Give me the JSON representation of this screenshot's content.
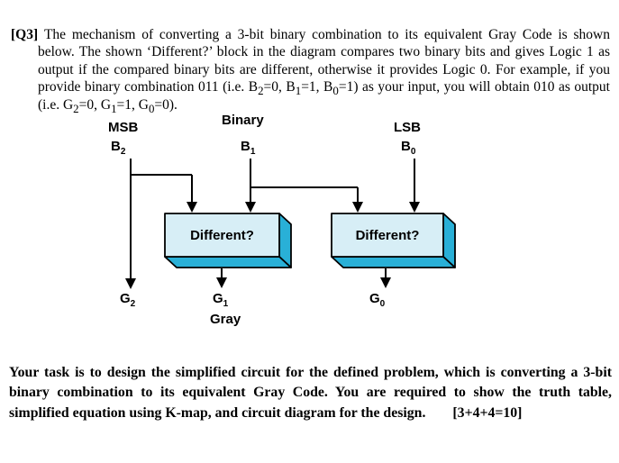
{
  "page": {
    "question": {
      "segments": [
        {
          "t": "[Q3] ",
          "b": true
        },
        {
          "t": "The mechanism of converting a 3-bit binary combination to its equivalent Gray Code is shown below. The shown ‘Different?’ block in the diagram compares two binary bits and gives Logic 1 as output if the compared binary bits are different, otherwise it provides Logic 0. For example, if you provide binary combination 011 (i.e. B"
        },
        {
          "t": "2",
          "sub": true
        },
        {
          "t": "=0, B"
        },
        {
          "t": "1",
          "sub": true
        },
        {
          "t": "=1, B"
        },
        {
          "t": "0",
          "sub": true
        },
        {
          "t": "=1) as your input, you will obtain 010 as output (i.e. G"
        },
        {
          "t": "2",
          "sub": true
        },
        {
          "t": "=0, G"
        },
        {
          "t": "1",
          "sub": true
        },
        {
          "t": "=1, G"
        },
        {
          "t": "0",
          "sub": true
        },
        {
          "t": "=0)."
        }
      ]
    },
    "task": {
      "text": "Your task is to design the simplified circuit for the defined problem, which is converting a 3-bit binary combination to its equivalent Gray Code. You are required to show the truth table, simplified equation using K-map, and circuit diagram for the design.",
      "marks": "[3+4+4=10]"
    }
  },
  "diagram": {
    "msb": "MSB",
    "binary": "Binary",
    "lsb": "LSB",
    "b2": [
      {
        "t": "B"
      },
      {
        "t": "2",
        "sub": true
      }
    ],
    "b1": [
      {
        "t": "B"
      },
      {
        "t": "1",
        "sub": true
      }
    ],
    "b0": [
      {
        "t": "B"
      },
      {
        "t": "0",
        "sub": true
      }
    ],
    "different1": "Different?",
    "different2": "Different?",
    "g2": [
      {
        "t": "G"
      },
      {
        "t": "2",
        "sub": true
      }
    ],
    "g1": [
      {
        "t": "G"
      },
      {
        "t": "1",
        "sub": true
      }
    ],
    "g0": [
      {
        "t": "G"
      },
      {
        "t": "0",
        "sub": true
      }
    ],
    "gray": "Gray",
    "colors": {
      "box_face": "#d7eef6",
      "box_side": "#29b0d7",
      "wire": "#000000"
    }
  }
}
